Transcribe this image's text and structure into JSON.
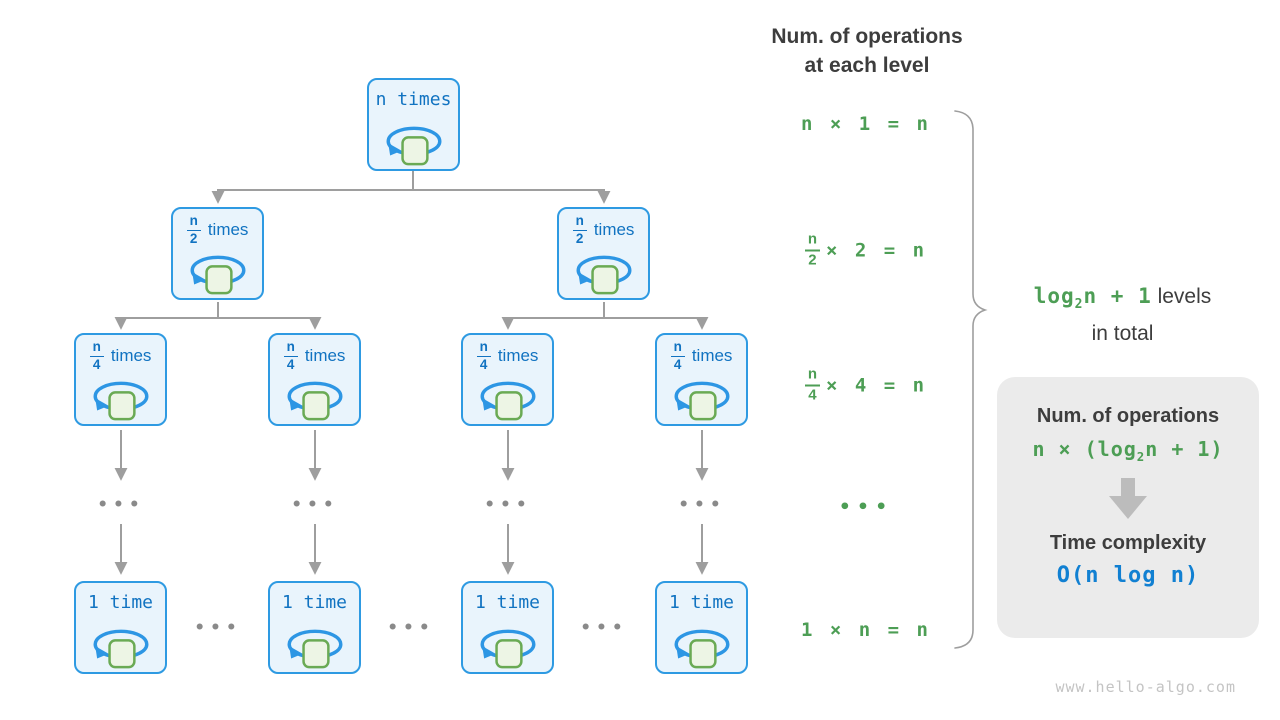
{
  "header": {
    "line1": "Num. of operations",
    "line2": "at each level"
  },
  "tree": {
    "root_label": "n times",
    "level2": {
      "num": "n",
      "den": "2",
      "suffix": "times"
    },
    "level3": {
      "num": "n",
      "den": "4",
      "suffix": "times"
    },
    "leaf_label": "1 time",
    "ellipsis": "•••"
  },
  "formulas": {
    "level1": "n × 1 = n",
    "level2": {
      "num": "n",
      "den": "2",
      "rest": "× 2 = n"
    },
    "level3": {
      "num": "n",
      "den": "4",
      "rest": "× 4 = n"
    },
    "ellipsis": "•••",
    "level4": "1 × n = n"
  },
  "levels_note": {
    "log": "log",
    "sub": "2",
    "tail": "n + 1",
    "suffix": " levels",
    "line2": "in total"
  },
  "summary_box": {
    "title": "Num. of operations",
    "formula_pre": "n × (log",
    "formula_sub": "2",
    "formula_post": "n + 1)",
    "result_title": "Time complexity",
    "result": "O(n log n)"
  },
  "watermark": "www.hello-algo.com",
  "colors": {
    "node_border_blue": "#2e9ae2",
    "node_fill_blue": "#e9f4fc",
    "node_text_blue": "#1173c1",
    "loop_square_green_border": "#6aaa54",
    "loop_square_green_fill": "#edf5e5",
    "formula_green": "#4d9e55",
    "result_blue": "#1180d2",
    "connector_gray": "#9e9e9e",
    "summary_box_gray": "#ebebeb"
  }
}
